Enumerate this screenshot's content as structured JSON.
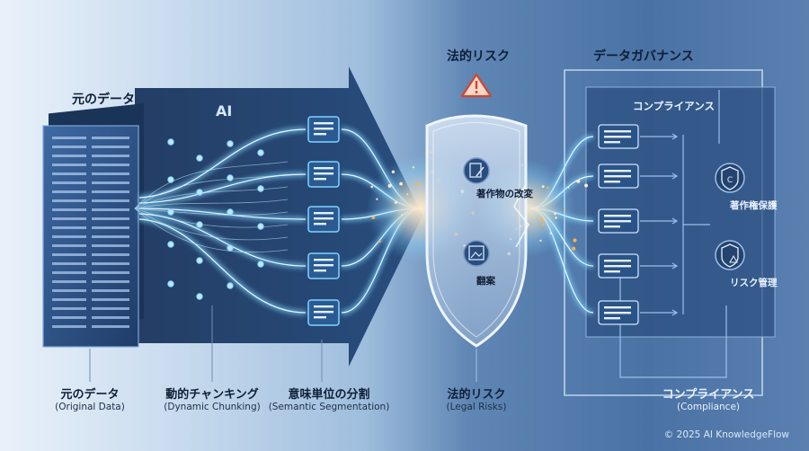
{
  "title_left": "元のデータ",
  "ai_label": "AI",
  "legal_title": "法的リスク",
  "governance_title": "データガバナンス",
  "compliance_inner": "コンプライアンス",
  "shield": {
    "item1": "著作物の改変",
    "item2": "翻案"
  },
  "governance_items": {
    "copyright": "著作権保護",
    "risk": "リスク管理"
  },
  "bottom_labels": [
    {
      "ja": "元のデータ",
      "en": "(Original Data)"
    },
    {
      "ja": "動的チャンキング",
      "en": "(Dynamic Chunking)"
    },
    {
      "ja": "意味単位の分割",
      "en": "(Semantic Segmentation)"
    },
    {
      "ja": "法的リスク",
      "en": "(Legal Risks)"
    },
    {
      "ja": "コンプライアンス",
      "en": "(Compliance)"
    }
  ],
  "icons": {
    "warning": "warning-icon",
    "edit_doc": "document-edit-icon",
    "image_doc": "image-document-icon",
    "copyright": "copyright-shield-icon",
    "risk": "risk-warning-shield-icon"
  },
  "colors": {
    "glow": "#7fd4ff",
    "dark_panel": "#1e3a63",
    "spark": "#ffb347"
  },
  "copyright": "© 2025 AI KnowledgeFlow"
}
